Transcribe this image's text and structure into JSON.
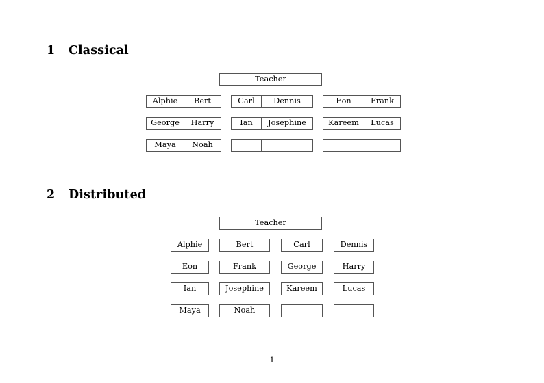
{
  "document": {
    "page_number": "1",
    "border_color": "#555555",
    "background_color": "#ffffff",
    "text_color": "#000000"
  },
  "sections": [
    {
      "number": "1",
      "title": "Classical",
      "teacher_label": "Teacher",
      "layout": "paired-groups",
      "groups": [
        {
          "rows": [
            [
              "Alphie",
              "Bert"
            ],
            [
              "George",
              "Harry"
            ],
            [
              "Maya",
              "Noah"
            ]
          ]
        },
        {
          "rows": [
            [
              "Carl",
              "Dennis"
            ],
            [
              "Ian",
              "Josephine"
            ],
            [
              "",
              ""
            ]
          ]
        },
        {
          "rows": [
            [
              "Eon",
              "Frank"
            ],
            [
              "Kareem",
              "Lucas"
            ],
            [
              "",
              ""
            ]
          ]
        }
      ]
    },
    {
      "number": "2",
      "title": "Distributed",
      "teacher_label": "Teacher",
      "layout": "single-cells",
      "rows": [
        [
          "Alphie",
          "Bert",
          "Carl",
          "Dennis"
        ],
        [
          "Eon",
          "Frank",
          "George",
          "Harry"
        ],
        [
          "Ian",
          "Josephine",
          "Kareem",
          "Lucas"
        ],
        [
          "Maya",
          "Noah",
          "",
          ""
        ]
      ]
    }
  ]
}
